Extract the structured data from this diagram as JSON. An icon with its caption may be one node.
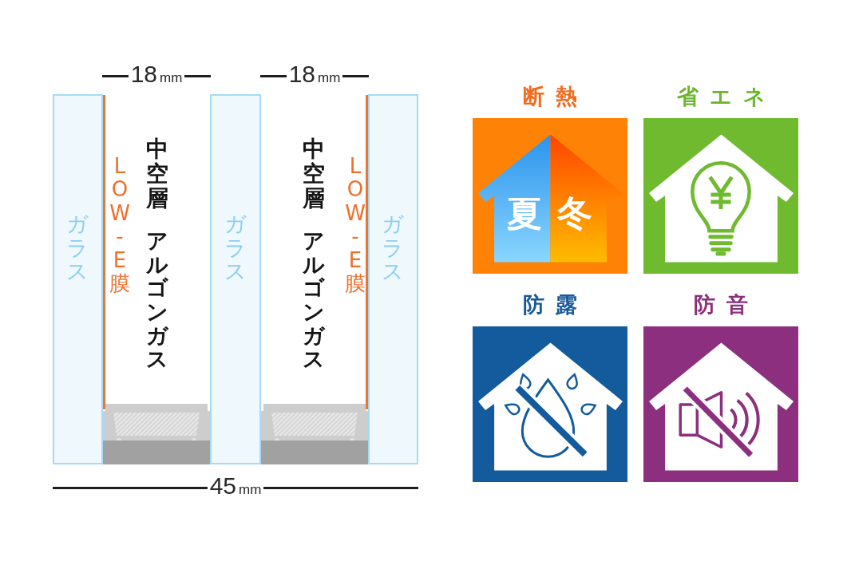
{
  "diagram": {
    "nodes": [
      {
        "text": [
          "ガラス"
        ]
      },
      {
        "text": [
          "ガラス"
        ]
      },
      {
        "text": [
          "ガラス"
        ]
      },
      {
        "text": [
          "断熱",
          "夏",
          "冬"
        ]
      },
      {
        "text": [
          "省エネ"
        ]
      },
      {
        "text": [
          "防露"
        ]
      },
      {
        "text": [
          "防音"
        ]
      }
    ],
    "labels": [
      "18mm",
      "18mm",
      "LOW-E膜",
      "中空層",
      "アルゴンガス",
      "中空層",
      "アルゴンガス",
      "LOW-E膜",
      "45mm"
    ]
  }
}
